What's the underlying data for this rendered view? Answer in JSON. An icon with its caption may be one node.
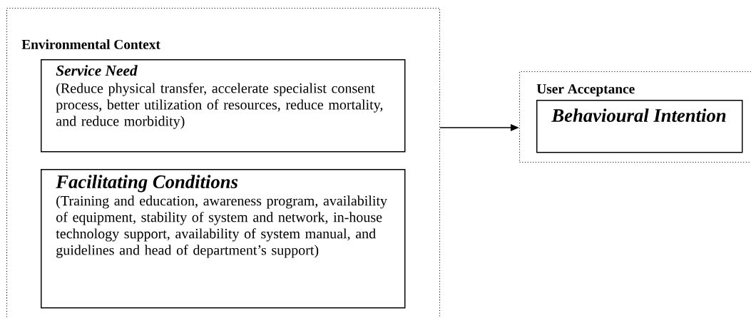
{
  "diagram": {
    "nodes": [
      {
        "text": [
          "Environmental Context"
        ]
      },
      {
        "text": [
          "Service Need",
          "(Reduce physical transfer, accelerate specialist consent process, better utilization of resources, reduce mortality, and reduce morbidity)"
        ],
        "in": 0
      },
      {
        "text": [
          "Facilitating Conditions",
          "(Training and education, awareness program, availability of equipment, stability of system and network, in-house technology support, availability of system manual, and guidelines and head of department’s support)"
        ],
        "in": 0
      },
      {
        "text": [
          "User Acceptance"
        ]
      },
      {
        "text": [
          "Behavioural Intention"
        ],
        "in": 3
      }
    ],
    "edges": [
      {
        "from": 0,
        "to": 3,
        "arrow": "to"
      }
    ]
  }
}
